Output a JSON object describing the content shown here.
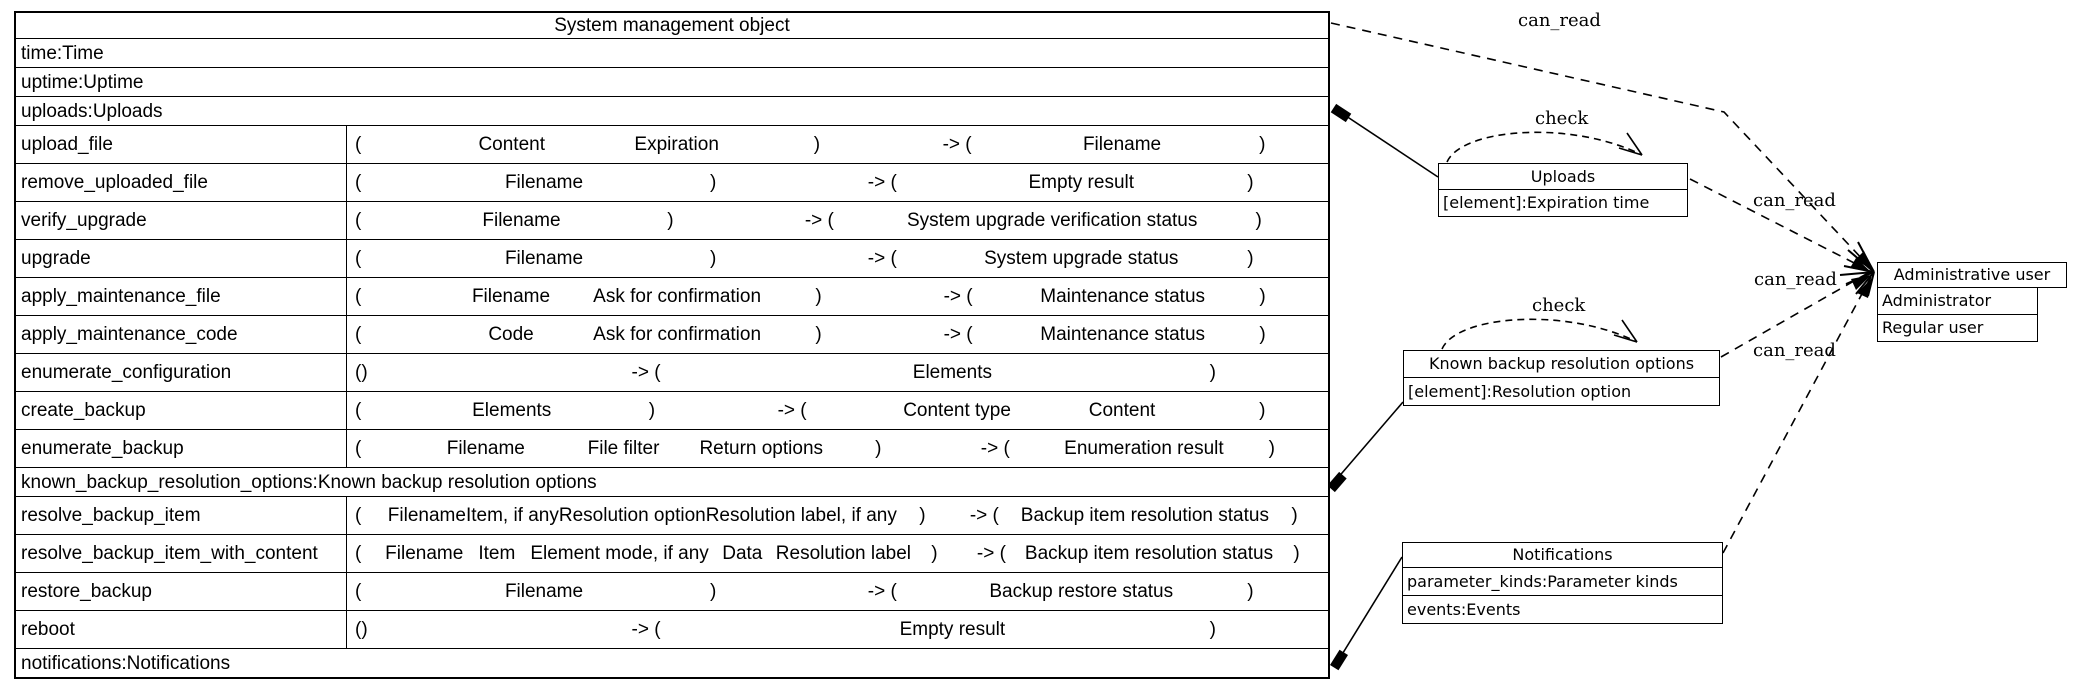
{
  "diagram": {
    "main_table": {
      "title": "System management object",
      "rows": [
        {
          "type": "attr",
          "text": "time:Time"
        },
        {
          "type": "attr",
          "text": "uptime:Uptime"
        },
        {
          "type": "attr",
          "text": "uploads:Uploads"
        },
        {
          "type": "method",
          "name": "upload_file",
          "sig": [
            "(",
            "Content",
            "Expiration",
            ")",
            "-> (",
            "Filename",
            ")"
          ]
        },
        {
          "type": "method",
          "name": "remove_uploaded_file",
          "sig": [
            "(",
            "Filename",
            ")",
            "-> (",
            "Empty result",
            ")"
          ]
        },
        {
          "type": "method",
          "name": "verify_upgrade",
          "sig": [
            "(",
            "Filename",
            ")",
            "-> (",
            "System upgrade verification status",
            ")"
          ]
        },
        {
          "type": "method",
          "name": "upgrade",
          "sig": [
            "(",
            "Filename",
            ")",
            "-> (",
            "System upgrade status",
            ")"
          ]
        },
        {
          "type": "method",
          "name": "apply_maintenance_file",
          "sig": [
            "(",
            "Filename",
            "Ask for confirmation",
            ")",
            "-> (",
            "Maintenance status",
            ")"
          ]
        },
        {
          "type": "method",
          "name": "apply_maintenance_code",
          "sig": [
            "(",
            "Code",
            "Ask for confirmation",
            ")",
            "-> (",
            "Maintenance status",
            ")"
          ]
        },
        {
          "type": "method",
          "name": "enumerate_configuration",
          "sig": [
            "()",
            "-> (",
            "Elements",
            ")"
          ]
        },
        {
          "type": "method",
          "name": "create_backup",
          "sig": [
            "(",
            "Elements",
            ")",
            "-> (",
            "Content type",
            "Content",
            ")"
          ]
        },
        {
          "type": "method",
          "name": "enumerate_backup",
          "sig": [
            "(",
            "Filename",
            "File filter",
            "Return options",
            ")",
            "-> (",
            "Enumeration result",
            ")"
          ]
        },
        {
          "type": "attr",
          "text": "known_backup_resolution_options:Known backup resolution options"
        },
        {
          "type": "method",
          "name": "resolve_backup_item",
          "sig": [
            "(",
            "Filename",
            "Item, if any",
            "Resolution option",
            "Resolution label, if any",
            ")",
            "-> (",
            "Backup item resolution status",
            ")"
          ]
        },
        {
          "type": "method",
          "name": "resolve_backup_item_with_content",
          "sig": [
            "(",
            "Filename",
            "Item",
            "Element mode, if any",
            "Data",
            "Resolution label",
            ")",
            "-> (",
            "Backup item resolution status",
            ")"
          ]
        },
        {
          "type": "method",
          "name": "restore_backup",
          "sig": [
            "(",
            "Filename",
            ")",
            "-> (",
            "Backup restore status",
            ")"
          ]
        },
        {
          "type": "method",
          "name": "reboot",
          "sig": [
            "()",
            "-> (",
            "Empty result",
            ")"
          ]
        },
        {
          "type": "attr",
          "text": "notifications:Notifications"
        }
      ]
    },
    "boxes": [
      {
        "title": "Uploads",
        "rows": [
          "[element]:Expiration time"
        ]
      },
      {
        "title": "Known backup resolution options",
        "rows": [
          "[element]:Resolution option"
        ]
      },
      {
        "title": "Notifications",
        "rows": [
          "parameter_kinds:Parameter kinds",
          "events:Events"
        ]
      },
      {
        "title": "Administrative user",
        "rows": [
          "Administrator",
          "Regular user"
        ]
      }
    ],
    "edge_labels": [
      {
        "text": "can_read"
      },
      {
        "text": "check"
      },
      {
        "text": "can_read"
      },
      {
        "text": "can_read"
      },
      {
        "text": "check"
      },
      {
        "text": "can_read"
      }
    ],
    "colors": {
      "line": "#000000",
      "background": "#ffffff",
      "text": "#000000"
    }
  }
}
